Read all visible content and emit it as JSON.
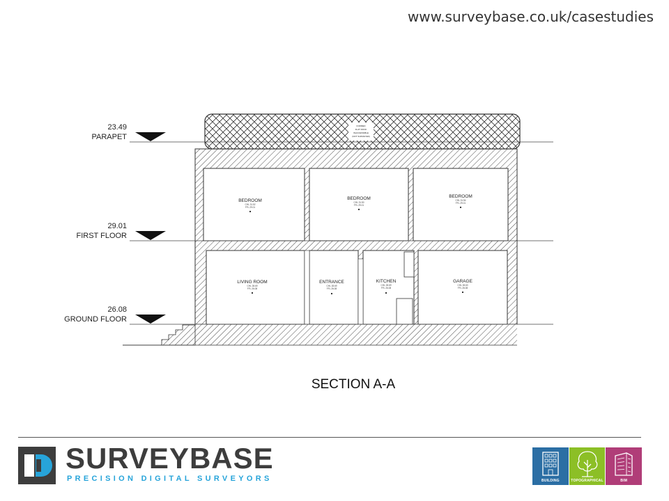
{
  "header": {
    "url": "www.surveybase.co.uk/casestudies"
  },
  "levels": [
    {
      "value": "23.49",
      "name": "PARAPET"
    },
    {
      "value": "29.01",
      "name": "FIRST FLOOR"
    },
    {
      "value": "26.08",
      "name": "GROUND FLOOR"
    }
  ],
  "rooms": [
    {
      "name": "BEDROOM",
      "cl": "CHL 31.52",
      "ffl": "FFL 29.01"
    },
    {
      "name": "BEDROOM",
      "cl": "CHL 31.50",
      "ffl": "FFL 29.01"
    },
    {
      "name": "BEDROOM",
      "cl": "CHL 31.54",
      "ffl": "FFL 29.01"
    },
    {
      "name": "LIVING ROOM",
      "cl": "CHL 28.69",
      "ffl": "FFL 26.08"
    },
    {
      "name": "ENTRANCE",
      "cl": "CHL 28.69",
      "ffl": "FFL 26.08"
    },
    {
      "name": "KITCHEN",
      "cl": "CHL 28.69",
      "ffl": "FFL 26.08"
    },
    {
      "name": "GARAGE",
      "cl": "CHL 28.63",
      "ffl": "FFL 26.08"
    }
  ],
  "roof_note": [
    "FORMED",
    "FLAT ROOF",
    "INACCESSIBLE",
    "(NOT SURVEYED)"
  ],
  "section_title": "SECTION A-A",
  "footer": {
    "brand": "SURVEYBASE",
    "tagline": "PRECISION DIGITAL SURVEYORS",
    "brand_colors": {
      "blue": "#27a4da",
      "dark": "#3d3d3d"
    },
    "services": [
      {
        "label": "BUILDING",
        "icon": "building-icon",
        "color": "#2b6ea4"
      },
      {
        "label": "TOPOGRAPHICAL",
        "icon": "tree-icon",
        "color": "#8cbf26"
      },
      {
        "label": "BIM",
        "icon": "bim-building-icon",
        "color": "#b03d78"
      }
    ]
  }
}
